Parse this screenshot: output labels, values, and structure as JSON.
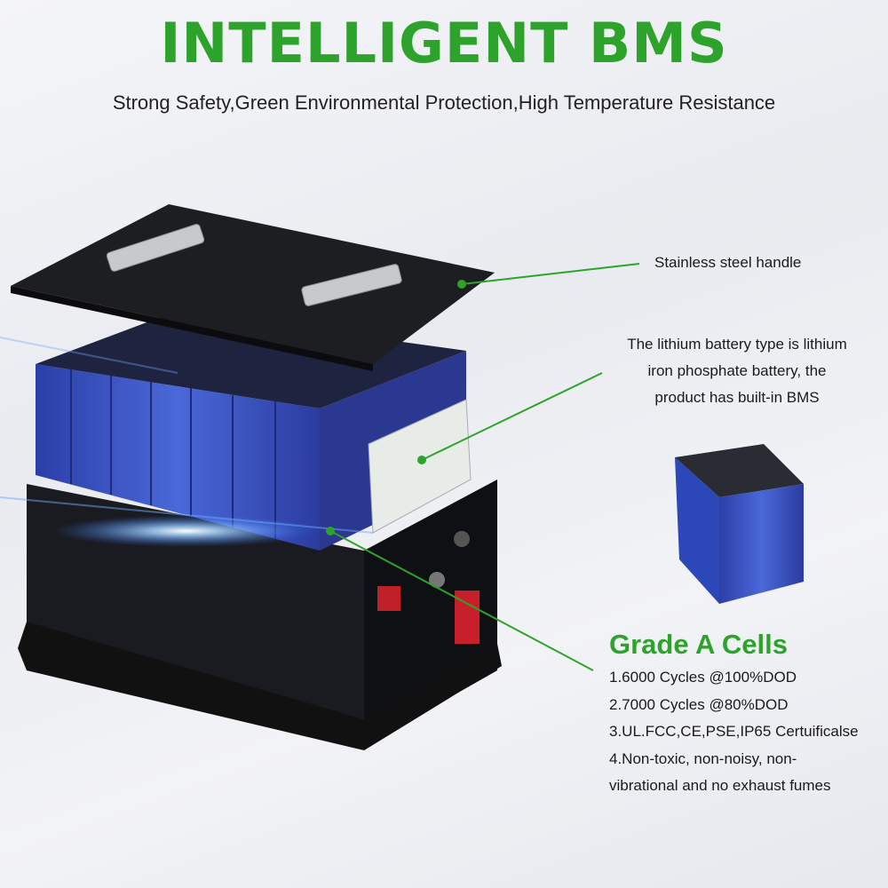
{
  "header": {
    "title": "INTELLIGENT BMS",
    "subtitle": "Strong Safety,Green Environmental Protection,High Temperature Resistance"
  },
  "callouts": {
    "handle": "Stainless steel handle",
    "battery_type": [
      "The lithium battery type is lithium",
      "iron phosphate battery, the",
      "product has built-in BMS"
    ]
  },
  "cells": {
    "title": "Grade A Cells",
    "features": [
      "1.6000 Cycles @100%DOD",
      "2.7000 Cycles @80%DOD",
      "3.UL.FCC,CE,PSE,IP65 Certuificalse",
      "4.Non-toxic, non-noisy, non-",
      "vibrational and no exhaust fumes"
    ]
  },
  "colors": {
    "accent": "#2ea32b",
    "cell_blue": "#3a55c8",
    "case": "#1c1c20"
  }
}
